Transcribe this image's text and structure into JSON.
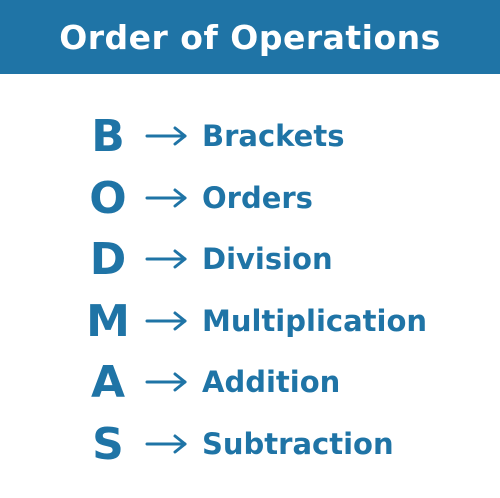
{
  "header": {
    "title": "Order of Operations"
  },
  "colors": {
    "accent": "#1f74a6",
    "background": "#ffffff"
  },
  "rows": [
    {
      "letter": "B",
      "word": "Brackets"
    },
    {
      "letter": "O",
      "word": "Orders"
    },
    {
      "letter": "D",
      "word": "Division"
    },
    {
      "letter": "M",
      "word": "Multiplication"
    },
    {
      "letter": "A",
      "word": "Addition"
    },
    {
      "letter": "S",
      "word": "Subtraction"
    }
  ]
}
